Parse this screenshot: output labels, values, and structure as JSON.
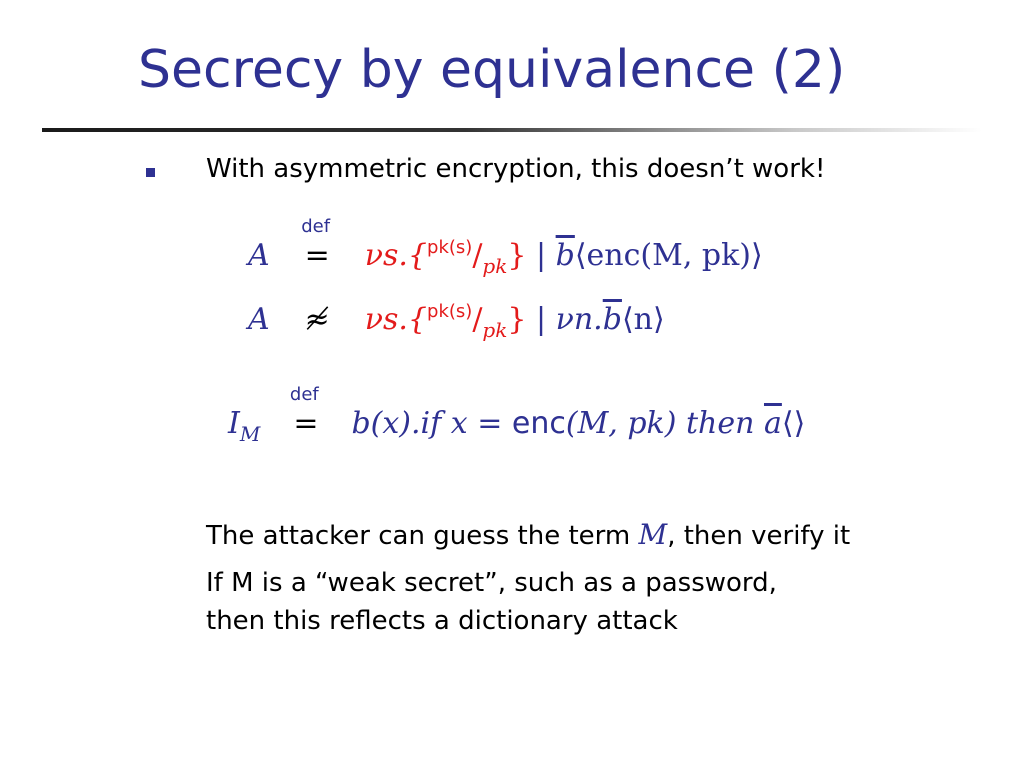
{
  "slide": {
    "title": "Secrecy by equivalence (2)",
    "bullet_text": "With asymmetric encryption, this doesn’t work!",
    "line1": {
      "lhs": "A",
      "rel_label": "def",
      "rel": "=",
      "nu": "νs.{",
      "frac_num": "pk(s)",
      "frac_sep": "/",
      "frac_den": "pk",
      "close": "}",
      "bar": " | ",
      "chan": "b",
      "payload": "⟨enc(M, pk)⟩"
    },
    "line2": {
      "lhs": "A",
      "rel": "≉",
      "nu": "νs.{",
      "frac_num": "pk(s)",
      "frac_sep": "/",
      "frac_den": "pk",
      "close": "}",
      "bar": " | ",
      "tail": "νn.",
      "chan": "b",
      "payload": "⟨n⟩"
    },
    "line3": {
      "lhs": "I",
      "lhs_sub": "M",
      "rel_label": "def",
      "rel": "=",
      "rhs_a": "b(x).",
      "rhs_if": "if",
      "rhs_x": " x = ",
      "rhs_enc": "enc",
      "rhs_args": "(M, pk)",
      "rhs_then": " then ",
      "chan": "a",
      "payload": "⟨⟩"
    },
    "para1_pre": "The attacker can guess the term ",
    "para1_math": "M",
    "para1_post": ", then verify it",
    "para2_line1": "If M is a “weak secret”, such as a password,",
    "para2_line2": "then this reflects a dictionary attack"
  },
  "colors": {
    "title": "#2e3192",
    "math_blue": "#2e3192",
    "math_red": "#e31b1b",
    "text": "#000000"
  }
}
